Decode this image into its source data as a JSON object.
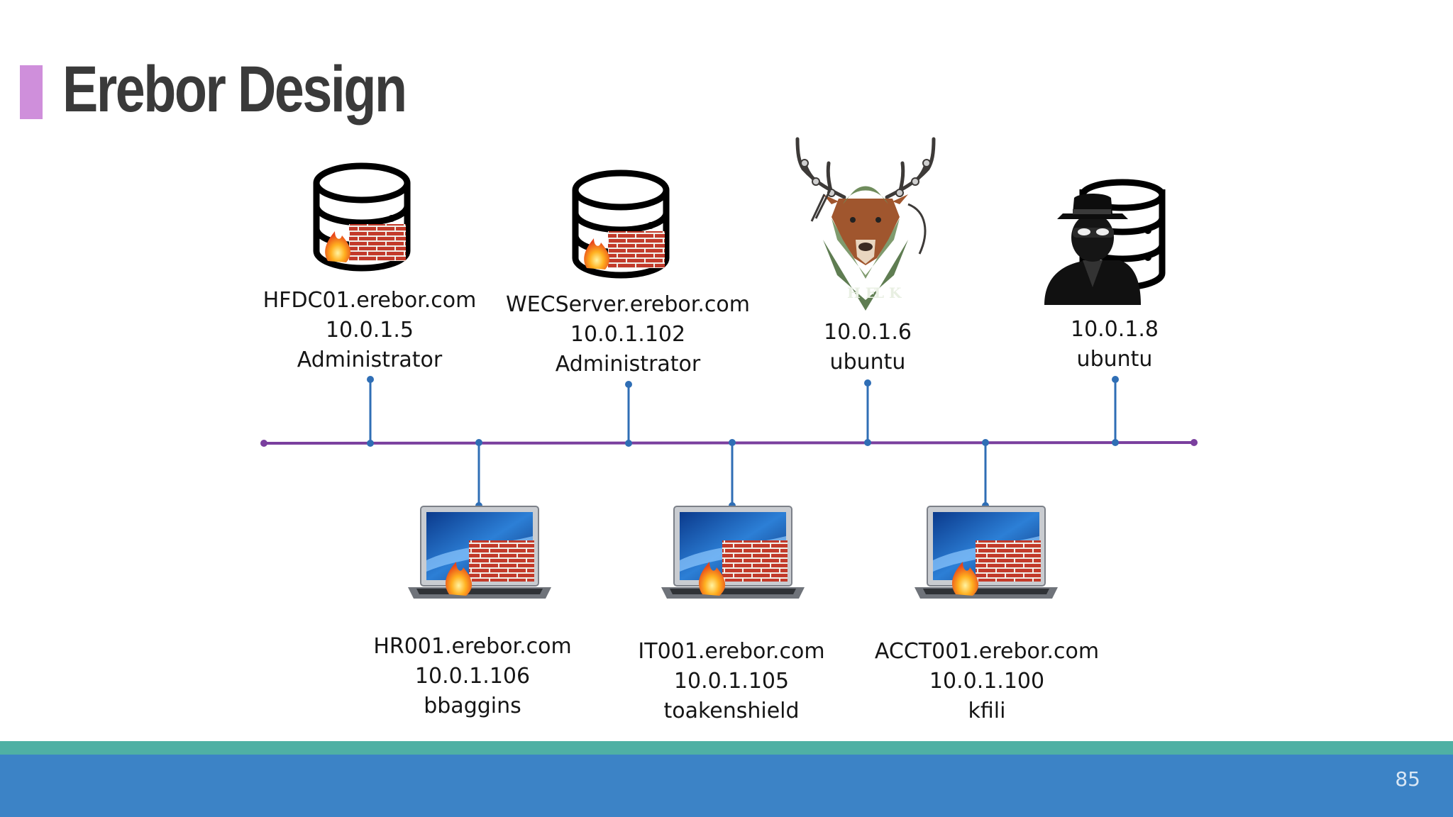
{
  "slide": {
    "title": "Erebor Design",
    "page_number": "85"
  },
  "colors": {
    "title_accent": "#cf8fdb",
    "bus_line": "#7a3f9e",
    "drop_line": "#2f6eb5",
    "footer_teal": "#4fb0a4",
    "footer_blue": "#3c83c6"
  },
  "nodes": {
    "hfdc01": {
      "icon": "database-firewall-icon",
      "hostname": "HFDC01.erebor.com",
      "ip": "10.0.1.5",
      "user": "Administrator"
    },
    "wecserver": {
      "icon": "database-firewall-icon",
      "hostname": "WECServer.erebor.com",
      "ip": "10.0.1.102",
      "user": "Administrator"
    },
    "helk": {
      "icon": "helk-deer-logo",
      "ip": "10.0.1.6",
      "user": "ubuntu"
    },
    "attacker": {
      "icon": "hacker-database-icon",
      "ip": "10.0.1.8",
      "user": "ubuntu"
    },
    "hr001": {
      "icon": "laptop-firewall-icon",
      "hostname": "HR001.erebor.com",
      "ip": "10.0.1.106",
      "user": "bbaggins"
    },
    "it001": {
      "icon": "laptop-firewall-icon",
      "hostname": "IT001.erebor.com",
      "ip": "10.0.1.105",
      "user": "toakenshield"
    },
    "acct001": {
      "icon": "laptop-firewall-icon",
      "hostname": "ACCT001.erebor.com",
      "ip": "10.0.1.100",
      "user": "kfili"
    }
  }
}
